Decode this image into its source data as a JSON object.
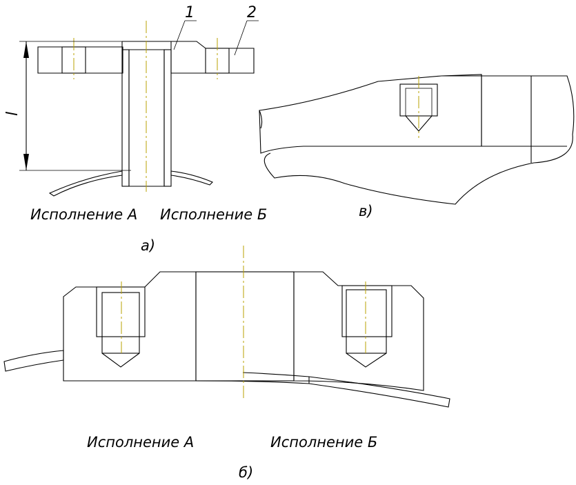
{
  "callouts": [
    "1",
    "2"
  ],
  "dimension": "l",
  "labels": {
    "a_left": "Исполнение А",
    "a_right": "Исполнение Б",
    "a_caption": "а)",
    "v_caption": "в)",
    "b_left": "Исполнение А",
    "b_right": "Исполнение Б",
    "b_caption": "б)"
  },
  "colors": {
    "line": "#000000",
    "axis": "#b8a100"
  }
}
